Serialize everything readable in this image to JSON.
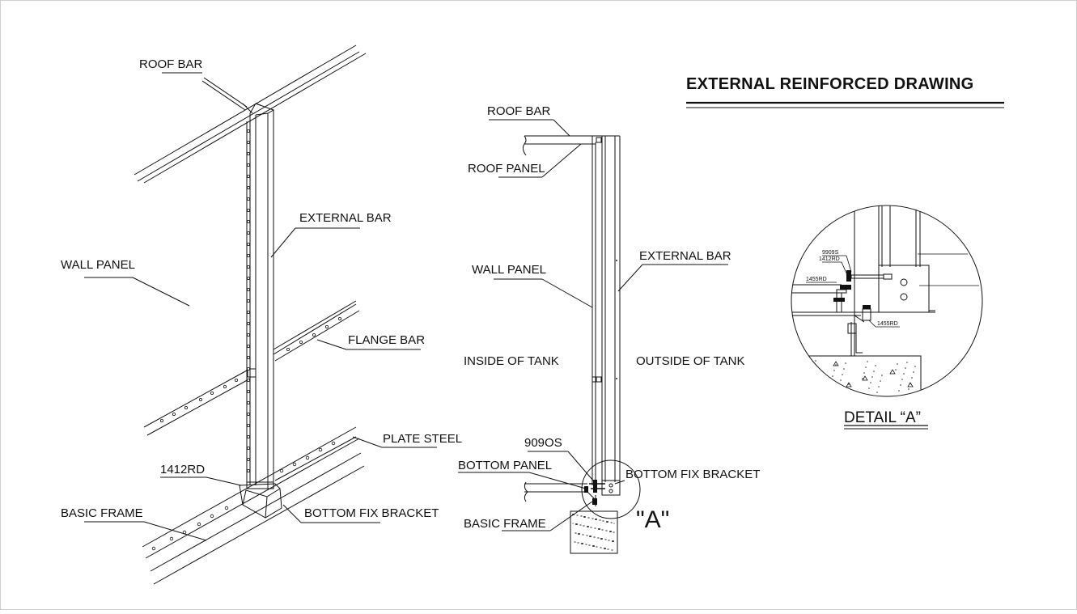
{
  "title": "EXTERNAL REINFORCED DRAWING",
  "left_view": {
    "roof_bar": "ROOF BAR",
    "wall_panel": "WALL PANEL",
    "external_bar": "EXTERNAL BAR",
    "flange_bar": "FLANGE BAR",
    "plate_steel": "PLATE STEEL",
    "code_1412rd": "1412RD",
    "basic_frame": "BASIC FRAME",
    "bottom_fix_bracket": "BOTTOM FIX BRACKET"
  },
  "section_view": {
    "roof_bar": "ROOF BAR",
    "roof_panel": "ROOF PANEL",
    "external_bar": "EXTERNAL BAR",
    "wall_panel": "WALL PANEL",
    "inside_of_tank": "INSIDE OF TANK",
    "outside_of_tank": "OUTSIDE OF TANK",
    "code_909os": "909OS",
    "bottom_panel": "BOTTOM PANEL",
    "bottom_fix_bracket": "BOTTOM FIX BRACKET",
    "basic_frame": "BASIC FRAME",
    "detail_marker": "\"A\""
  },
  "detail": {
    "caption": "DETAIL “A”",
    "note1": "9909S",
    "note2": "1412RD",
    "note3": "1455RD",
    "note4": "1455RD"
  }
}
